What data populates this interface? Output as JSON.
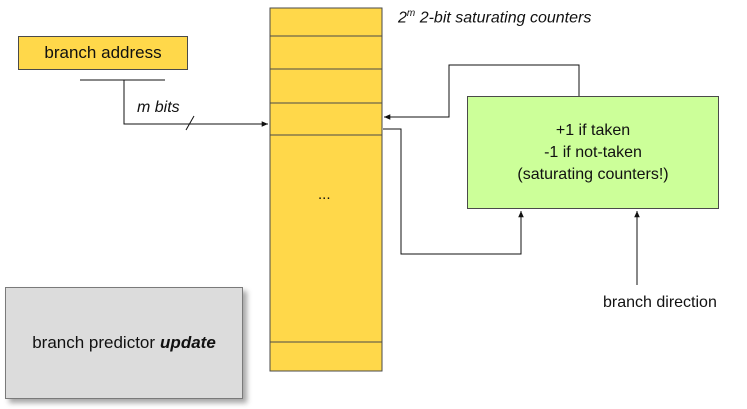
{
  "diagram": {
    "title_prefix": "2",
    "title_superscript": "m",
    "title_rest": " 2-bit saturating counters",
    "branch_address": "branch address",
    "m_bits": "m bits",
    "ellipsis": "...",
    "logic_lines": [
      "+1 if taken",
      "-1 if not-taken",
      "(saturating counters!)"
    ],
    "branch_direction": "branch direction",
    "update_prefix": "branch predictor",
    "update_emphasis": "update"
  },
  "colors": {
    "table_fill": "#FFD84A",
    "logic_fill": "#CCFF99",
    "update_fill": "#DCDCDC"
  }
}
